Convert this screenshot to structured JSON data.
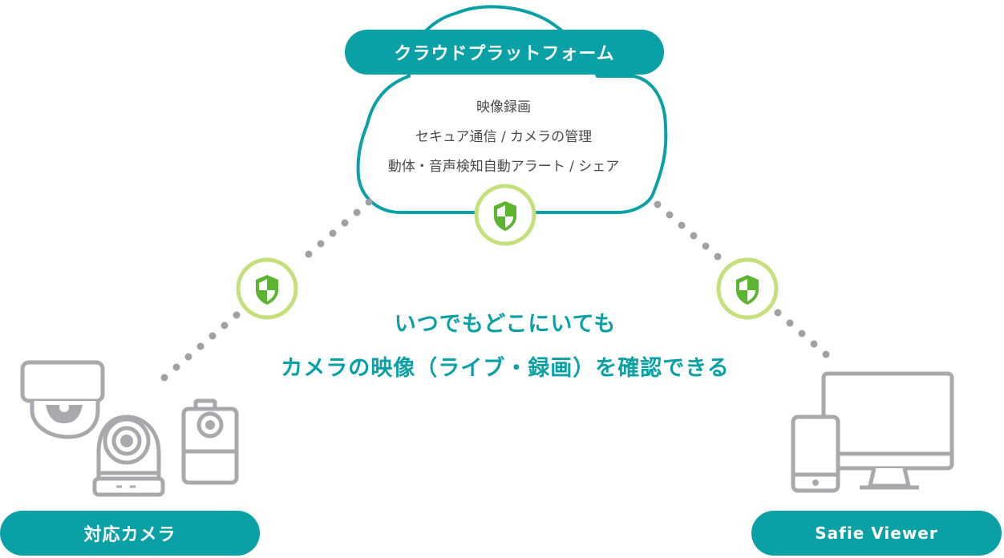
{
  "cloud": {
    "title": "クラウドプラットフォーム",
    "features": [
      "映像録画",
      "セキュア通信 / カメラの管理",
      "動体・音声検知自動アラート / シェア"
    ]
  },
  "tagline": {
    "line1": "いつでもどこにいても",
    "line2": "カメラの映像（ライブ・録画）を確認できる"
  },
  "cameras_label": "対応カメラ",
  "viewer_label": "Safie Viewer",
  "icons": [
    "shield-icon",
    "dome-camera-icon",
    "indoor-camera-icon",
    "box-camera-icon",
    "smartphone-icon",
    "desktop-monitor-icon"
  ],
  "colors": {
    "accent": "#0aa1a6",
    "shield_ring": "#c5e07a",
    "shield_green": "#5cb531",
    "device_gray": "#a7a9ac",
    "dots_gray": "#9fa1a4"
  }
}
